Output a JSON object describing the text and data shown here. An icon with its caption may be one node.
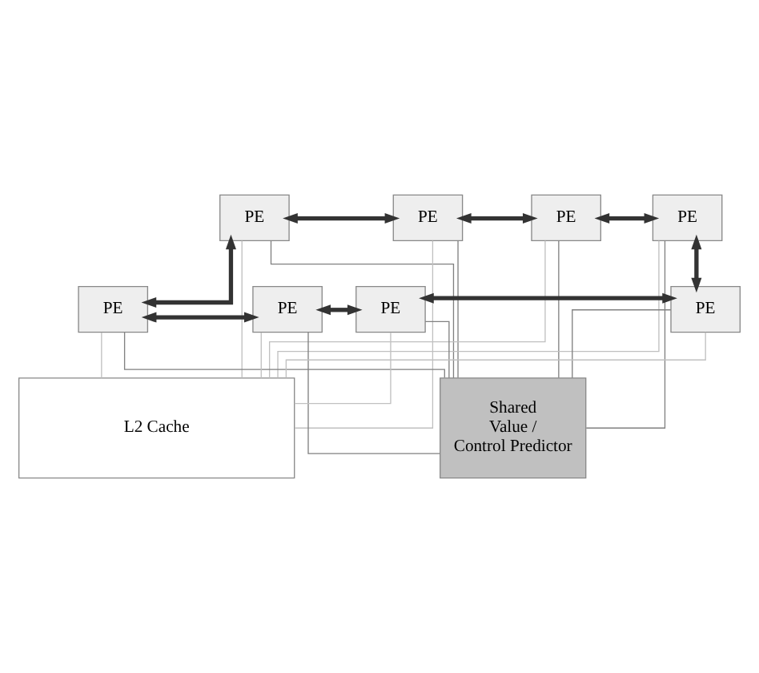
{
  "diagram": {
    "nodes": [
      {
        "text": [
          "PE"
        ]
      },
      {
        "text": [
          "PE"
        ]
      },
      {
        "text": [
          "PE"
        ]
      },
      {
        "text": [
          "PE"
        ]
      },
      {
        "text": [
          "PE"
        ]
      },
      {
        "text": [
          "PE"
        ]
      },
      {
        "text": [
          "PE"
        ]
      },
      {
        "text": [
          "PE"
        ]
      },
      {
        "text": [
          "Shared Value / Control Predictor"
        ]
      },
      {
        "text": [
          "L2 Cache"
        ]
      }
    ],
    "edges": [
      {
        "from": 0,
        "to": 1,
        "arrow": "both",
        "style": "thick",
        "color": "#333333"
      },
      {
        "from": 1,
        "to": 2,
        "arrow": "both",
        "style": "thick",
        "color": "#333333"
      },
      {
        "from": 2,
        "to": 3,
        "arrow": "both",
        "style": "thick",
        "color": "#333333"
      },
      {
        "from": 0,
        "to": 4,
        "arrow": "both",
        "style": "thick",
        "color": "#333333"
      },
      {
        "from": 3,
        "to": 7,
        "arrow": "both",
        "style": "thick",
        "color": "#333333"
      },
      {
        "from": 4,
        "to": 5,
        "arrow": "both",
        "style": "thick",
        "color": "#333333"
      },
      {
        "from": 5,
        "to": 6,
        "arrow": "both",
        "style": "thick",
        "color": "#333333"
      },
      {
        "from": 6,
        "to": 7,
        "arrow": "both",
        "style": "thick",
        "color": "#333333"
      },
      {
        "from": 0,
        "to": 9,
        "arrow": "none",
        "color": "#c0c0c0"
      },
      {
        "from": 1,
        "to": 9,
        "arrow": "none",
        "color": "#c0c0c0"
      },
      {
        "from": 2,
        "to": 9,
        "arrow": "none",
        "color": "#c0c0c0"
      },
      {
        "from": 3,
        "to": 9,
        "arrow": "none",
        "color": "#c0c0c0"
      },
      {
        "from": 4,
        "to": 9,
        "arrow": "none",
        "color": "#c0c0c0"
      },
      {
        "from": 5,
        "to": 9,
        "arrow": "none",
        "color": "#c0c0c0"
      },
      {
        "from": 6,
        "to": 9,
        "arrow": "none",
        "color": "#c0c0c0"
      },
      {
        "from": 7,
        "to": 9,
        "arrow": "none",
        "color": "#c0c0c0"
      },
      {
        "from": 0,
        "to": 8,
        "arrow": "none",
        "color": "#808080"
      },
      {
        "from": 1,
        "to": 8,
        "arrow": "none",
        "color": "#808080"
      },
      {
        "from": 2,
        "to": 8,
        "arrow": "none",
        "color": "#808080"
      },
      {
        "from": 3,
        "to": 8,
        "arrow": "none",
        "color": "#808080"
      },
      {
        "from": 4,
        "to": 8,
        "arrow": "none",
        "color": "#808080"
      },
      {
        "from": 5,
        "to": 8,
        "arrow": "none",
        "color": "#808080"
      },
      {
        "from": 6,
        "to": 8,
        "arrow": "none",
        "color": "#808080"
      },
      {
        "from": 7,
        "to": 8,
        "arrow": "none",
        "color": "#808080"
      }
    ]
  }
}
